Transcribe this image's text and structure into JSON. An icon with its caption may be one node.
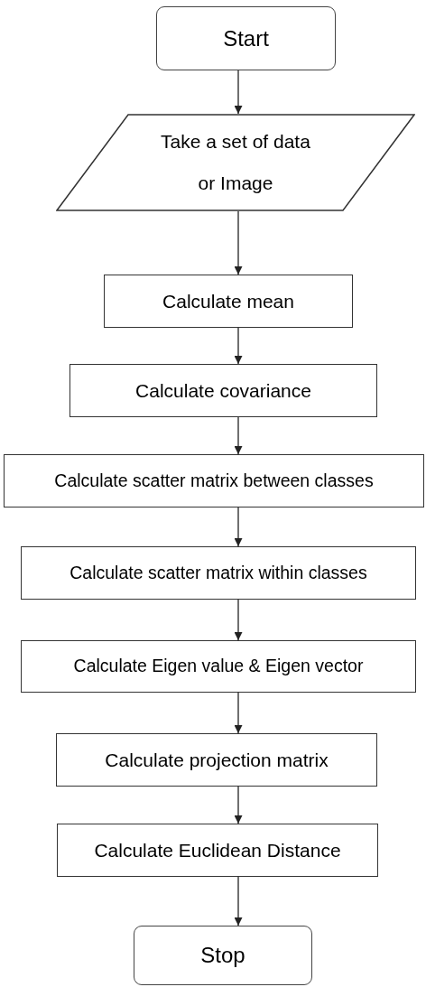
{
  "diagram": {
    "nodes": [
      {
        "text": [
          "Start"
        ]
      },
      {
        "text": [
          "Take a set of data or Image"
        ]
      },
      {
        "text": [
          "Calculate mean"
        ]
      },
      {
        "text": [
          "Calculate covariance"
        ]
      },
      {
        "text": [
          "Calculate scatter matrix between classes"
        ]
      },
      {
        "text": [
          "Calculate scatter matrix within classes"
        ]
      },
      {
        "text": [
          "Calculate Eigen value & Eigen vector"
        ]
      },
      {
        "text": [
          "Calculate projection matrix"
        ]
      },
      {
        "text": [
          "Calculate Euclidean Distance"
        ]
      },
      {
        "text": [
          "Stop"
        ]
      }
    ],
    "edges": [
      {
        "from": 0,
        "to": 1,
        "arrow": "to"
      },
      {
        "from": 1,
        "to": 2,
        "arrow": "to"
      },
      {
        "from": 2,
        "to": 3,
        "arrow": "to"
      },
      {
        "from": 3,
        "to": 4,
        "arrow": "to"
      },
      {
        "from": 4,
        "to": 5,
        "arrow": "to"
      },
      {
        "from": 5,
        "to": 6,
        "arrow": "to"
      },
      {
        "from": 6,
        "to": 7,
        "arrow": "to"
      },
      {
        "from": 7,
        "to": 8,
        "arrow": "to"
      },
      {
        "from": 8,
        "to": 9,
        "arrow": "to"
      }
    ]
  }
}
